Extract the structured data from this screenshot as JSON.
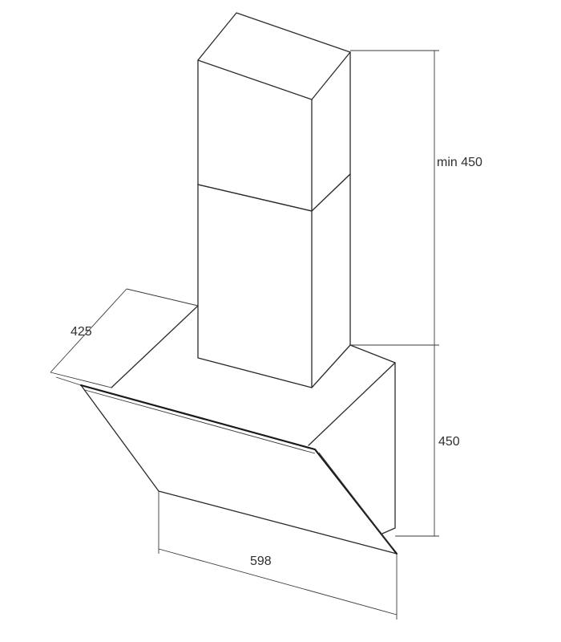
{
  "diagram": {
    "type": "dimension-drawing",
    "dimensions": {
      "chimney_height": "min 450",
      "hood_height": "450",
      "depth": "425",
      "width": "598"
    }
  }
}
